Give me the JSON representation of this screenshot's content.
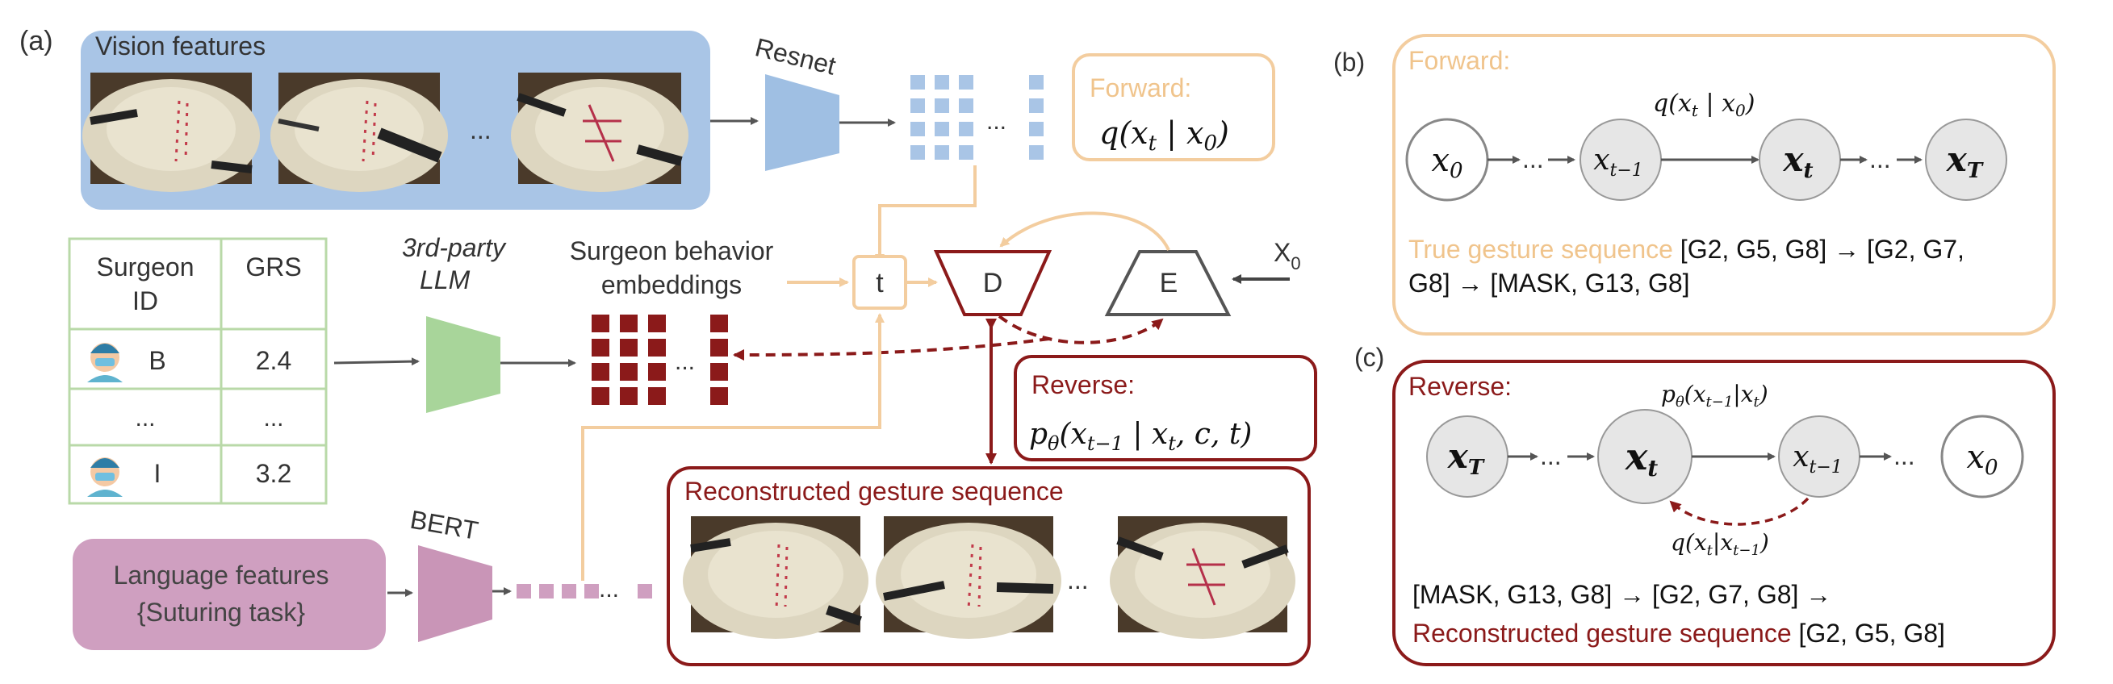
{
  "panel_a": {
    "label": "(a)",
    "vision": {
      "title": "Vision features",
      "ellipsis": "..."
    },
    "resnet": "Resnet",
    "forward_box": {
      "title": "Forward:",
      "formula_func": "q",
      "formula_args": "(x",
      "formula_sub_t": "t",
      "formula_mid": " | x",
      "formula_sub_0": "0",
      "formula_end": ")"
    },
    "vec_ellipsis": "...",
    "table": {
      "col1": "Surgeon ID",
      "col1_line1": "Surgeon",
      "col1_line2": "ID",
      "col2": "GRS",
      "rows": [
        {
          "id": "B",
          "grs": "2.4"
        },
        {
          "id": "...",
          "grs": "..."
        },
        {
          "id": "I",
          "grs": "3.2"
        }
      ]
    },
    "llm_line1": "3rd-party",
    "llm_line2": "LLM",
    "embed_line1": "Surgeon behavior",
    "embed_line2": "embeddings",
    "t_label": "t",
    "d_label": "D",
    "e_label": "E",
    "x0_label": "X",
    "x0_sub": "0",
    "reverse_box": {
      "title": "Reverse:"
    },
    "recon_box": {
      "title": "Reconstructed gesture sequence",
      "ellipsis": "..."
    },
    "bert": "BERT",
    "language": {
      "line1": "Language features",
      "line2": "{Suturing task}"
    }
  },
  "panel_b": {
    "label": "(b)",
    "title": "Forward:",
    "edge_label": "q(x_t | x_0)",
    "nodes": [
      "x0",
      "x_{t-1}",
      "x_t",
      "x_T"
    ],
    "ellipsis": "...",
    "seq_highlight": "True gesture sequence",
    "seq_line1": "[G2, G5, G8] → [G2, G7,",
    "seq_line2": "G8] → [MASK, G13, G8]"
  },
  "panel_c": {
    "label": "(c)",
    "title": "Reverse:",
    "edge_top": "p_θ(x_{t-1}|x_t)",
    "edge_bottom": "q(x_t|x_{t-1})",
    "ellipsis": "...",
    "seq_line1": "[MASK, G13, G8] → [G2, G7, G8] →",
    "seq_highlight": "Reconstructed gesture sequence",
    "seq_tail": "[G2, G5, G8]"
  },
  "colors": {
    "vision_bg": "#a9c5e6",
    "resnet": "#9fbfe3",
    "peach": "#f3cd9f",
    "dark_red": "#8b1a1a",
    "table_green": "#b9d9a8",
    "llm_green": "#a8d59a",
    "bert_pink": "#c995b7",
    "lang_pink": "#cf9fc0",
    "node_fill": "#e6e6e6",
    "grey_stroke": "#555555"
  }
}
